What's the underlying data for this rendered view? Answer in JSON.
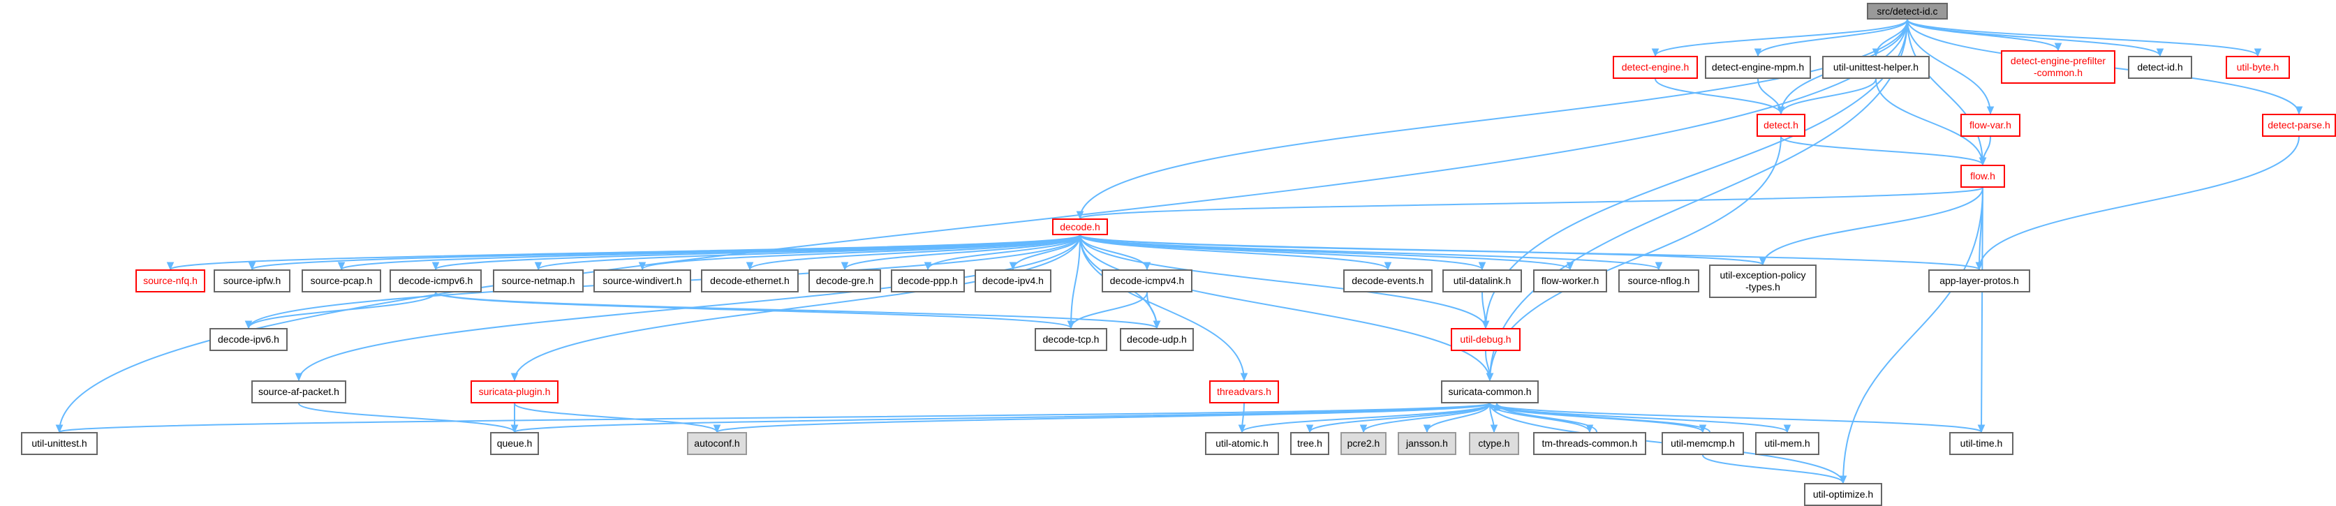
{
  "graph": {
    "edge_color": "#63b8ff",
    "node_border_color": "#666666",
    "red_color": "#ff0000",
    "root_fill": "#999999",
    "system_fill": "#dddddd",
    "nodes": {
      "src_detect_id_c": {
        "label": "src/detect-id.c",
        "style": "root"
      },
      "detect_engine_h": {
        "label": "detect-engine.h",
        "style": "red"
      },
      "detect_engine_mpm_h": {
        "label": "detect-engine-mpm.h",
        "style": "normal"
      },
      "util_unittest_helper_h": {
        "label": "util-unittest-helper.h",
        "style": "normal"
      },
      "detect_engine_prefilter_common_h": {
        "label": "detect-engine-prefilter\n-common.h",
        "style": "red"
      },
      "detect_id_h": {
        "label": "detect-id.h",
        "style": "normal"
      },
      "util_byte_h": {
        "label": "util-byte.h",
        "style": "red"
      },
      "detect_h": {
        "label": "detect.h",
        "style": "red"
      },
      "flow_var_h": {
        "label": "flow-var.h",
        "style": "red"
      },
      "detect_parse_h": {
        "label": "detect-parse.h",
        "style": "red"
      },
      "flow_h": {
        "label": "flow.h",
        "style": "red"
      },
      "decode_h": {
        "label": "decode.h",
        "style": "red"
      },
      "source_nfq_h": {
        "label": "source-nfq.h",
        "style": "red"
      },
      "source_ipfw_h": {
        "label": "source-ipfw.h",
        "style": "normal"
      },
      "source_pcap_h": {
        "label": "source-pcap.h",
        "style": "normal"
      },
      "decode_icmpv6_h": {
        "label": "decode-icmpv6.h",
        "style": "normal"
      },
      "source_netmap_h": {
        "label": "source-netmap.h",
        "style": "normal"
      },
      "source_windivert_h": {
        "label": "source-windivert.h",
        "style": "normal"
      },
      "decode_ethernet_h": {
        "label": "decode-ethernet.h",
        "style": "normal"
      },
      "decode_gre_h": {
        "label": "decode-gre.h",
        "style": "normal"
      },
      "decode_ppp_h": {
        "label": "decode-ppp.h",
        "style": "normal"
      },
      "decode_ipv4_h": {
        "label": "decode-ipv4.h",
        "style": "normal"
      },
      "decode_icmpv4_h": {
        "label": "decode-icmpv4.h",
        "style": "normal"
      },
      "decode_events_h": {
        "label": "decode-events.h",
        "style": "normal"
      },
      "util_datalink_h": {
        "label": "util-datalink.h",
        "style": "normal"
      },
      "flow_worker_h": {
        "label": "flow-worker.h",
        "style": "normal"
      },
      "source_nflog_h": {
        "label": "source-nflog.h",
        "style": "normal"
      },
      "util_exception_policy_types_h": {
        "label": "util-exception-policy\n-types.h",
        "style": "normal"
      },
      "app_layer_protos_h": {
        "label": "app-layer-protos.h",
        "style": "normal"
      },
      "decode_ipv6_h": {
        "label": "decode-ipv6.h",
        "style": "normal"
      },
      "decode_tcp_h": {
        "label": "decode-tcp.h",
        "style": "normal"
      },
      "decode_udp_h": {
        "label": "decode-udp.h",
        "style": "normal"
      },
      "util_debug_h": {
        "label": "util-debug.h",
        "style": "red"
      },
      "source_af_packet_h": {
        "label": "source-af-packet.h",
        "style": "normal"
      },
      "suricata_plugin_h": {
        "label": "suricata-plugin.h",
        "style": "red"
      },
      "threadvars_h": {
        "label": "threadvars.h",
        "style": "red"
      },
      "suricata_common_h": {
        "label": "suricata-common.h",
        "style": "normal"
      },
      "util_unittest_h": {
        "label": "util-unittest.h",
        "style": "normal"
      },
      "queue_h": {
        "label": "queue.h",
        "style": "normal"
      },
      "autoconf_h": {
        "label": "autoconf.h",
        "style": "gray"
      },
      "util_atomic_h": {
        "label": "util-atomic.h",
        "style": "normal"
      },
      "tree_h": {
        "label": "tree.h",
        "style": "normal"
      },
      "pcre2_h": {
        "label": "pcre2.h",
        "style": "gray"
      },
      "jansson_h": {
        "label": "jansson.h",
        "style": "gray"
      },
      "ctype_h": {
        "label": "ctype.h",
        "style": "gray"
      },
      "tm_threads_common_h": {
        "label": "tm-threads-common.h",
        "style": "normal"
      },
      "util_memcmp_h": {
        "label": "util-memcmp.h",
        "style": "normal"
      },
      "util_mem_h": {
        "label": "util-mem.h",
        "style": "normal"
      },
      "util_time_h": {
        "label": "util-time.h",
        "style": "normal"
      },
      "util_optimize_h": {
        "label": "util-optimize.h",
        "style": "normal"
      }
    },
    "edges": [
      [
        "src_detect_id_c",
        "util_unittest_h"
      ],
      [
        "src_detect_id_c",
        "decode_h"
      ],
      [
        "src_detect_id_c",
        "detect_engine_h"
      ],
      [
        "src_detect_id_c",
        "detect_h"
      ],
      [
        "src_detect_id_c",
        "detect_engine_mpm_h"
      ],
      [
        "src_detect_id_c",
        "util_unittest_helper_h"
      ],
      [
        "src_detect_id_c",
        "util_debug_h"
      ],
      [
        "src_detect_id_c",
        "suricata_common_h"
      ],
      [
        "src_detect_id_c",
        "flow_var_h"
      ],
      [
        "src_detect_id_c",
        "detect_engine_prefilter_common_h"
      ],
      [
        "src_detect_id_c",
        "detect_id_h"
      ],
      [
        "src_detect_id_c",
        "util_byte_h"
      ],
      [
        "src_detect_id_c",
        "flow_h"
      ],
      [
        "src_detect_id_c",
        "detect_parse_h"
      ],
      [
        "detect_engine_h",
        "detect_h"
      ],
      [
        "detect_engine_mpm_h",
        "detect_h"
      ],
      [
        "util_unittest_helper_h",
        "detect_h"
      ],
      [
        "util_unittest_helper_h",
        "flow_h"
      ],
      [
        "detect_h",
        "flow_h"
      ],
      [
        "detect_h",
        "suricata_common_h"
      ],
      [
        "flow_var_h",
        "flow_h"
      ],
      [
        "detect_parse_h",
        "app_layer_protos_h"
      ],
      [
        "flow_h",
        "decode_h"
      ],
      [
        "flow_h",
        "util_exception_policy_types_h"
      ],
      [
        "flow_h",
        "app_layer_protos_h"
      ],
      [
        "flow_h",
        "util_time_h"
      ],
      [
        "flow_h",
        "util_optimize_h"
      ],
      [
        "decode_h",
        "source_nfq_h"
      ],
      [
        "decode_h",
        "source_ipfw_h"
      ],
      [
        "decode_h",
        "source_pcap_h"
      ],
      [
        "decode_h",
        "decode_icmpv6_h"
      ],
      [
        "decode_h",
        "source_netmap_h"
      ],
      [
        "decode_h",
        "source_windivert_h"
      ],
      [
        "decode_h",
        "decode_ethernet_h"
      ],
      [
        "decode_h",
        "decode_gre_h"
      ],
      [
        "decode_h",
        "decode_ppp_h"
      ],
      [
        "decode_h",
        "decode_ipv4_h"
      ],
      [
        "decode_h",
        "decode_icmpv4_h"
      ],
      [
        "decode_h",
        "decode_events_h"
      ],
      [
        "decode_h",
        "util_datalink_h"
      ],
      [
        "decode_h",
        "flow_worker_h"
      ],
      [
        "decode_h",
        "source_nflog_h"
      ],
      [
        "decode_h",
        "util_exception_policy_types_h"
      ],
      [
        "decode_h",
        "app_layer_protos_h"
      ],
      [
        "decode_h",
        "decode_ipv6_h"
      ],
      [
        "decode_h",
        "decode_tcp_h"
      ],
      [
        "decode_h",
        "decode_udp_h"
      ],
      [
        "decode_h",
        "util_debug_h"
      ],
      [
        "decode_h",
        "source_af_packet_h"
      ],
      [
        "decode_h",
        "suricata_plugin_h"
      ],
      [
        "decode_h",
        "threadvars_h"
      ],
      [
        "decode_h",
        "suricata_common_h"
      ],
      [
        "decode_icmpv6_h",
        "decode_ipv6_h"
      ],
      [
        "decode_icmpv6_h",
        "decode_tcp_h"
      ],
      [
        "decode_icmpv6_h",
        "decode_udp_h"
      ],
      [
        "decode_icmpv4_h",
        "decode_tcp_h"
      ],
      [
        "decode_icmpv4_h",
        "decode_udp_h"
      ],
      [
        "util_datalink_h",
        "util_debug_h"
      ],
      [
        "util_debug_h",
        "suricata_common_h"
      ],
      [
        "source_af_packet_h",
        "queue_h"
      ],
      [
        "suricata_plugin_h",
        "queue_h"
      ],
      [
        "suricata_plugin_h",
        "autoconf_h"
      ],
      [
        "threadvars_h",
        "util_atomic_h"
      ],
      [
        "suricata_common_h",
        "util_unittest_h"
      ],
      [
        "suricata_common_h",
        "queue_h"
      ],
      [
        "suricata_common_h",
        "autoconf_h"
      ],
      [
        "suricata_common_h",
        "util_atomic_h"
      ],
      [
        "suricata_common_h",
        "tree_h"
      ],
      [
        "suricata_common_h",
        "pcre2_h"
      ],
      [
        "suricata_common_h",
        "jansson_h"
      ],
      [
        "suricata_common_h",
        "ctype_h"
      ],
      [
        "suricata_common_h",
        "tm_threads_common_h"
      ],
      [
        "suricata_common_h",
        "util_memcmp_h"
      ],
      [
        "suricata_common_h",
        "util_mem_h"
      ],
      [
        "suricata_common_h",
        "util_time_h"
      ],
      [
        "suricata_common_h",
        "util_optimize_h"
      ],
      [
        "util_memcmp_h",
        "suricata_common_h"
      ],
      [
        "util_memcmp_h",
        "util_optimize_h"
      ],
      [
        "tm_threads_common_h",
        "suricata_common_h"
      ]
    ]
  }
}
